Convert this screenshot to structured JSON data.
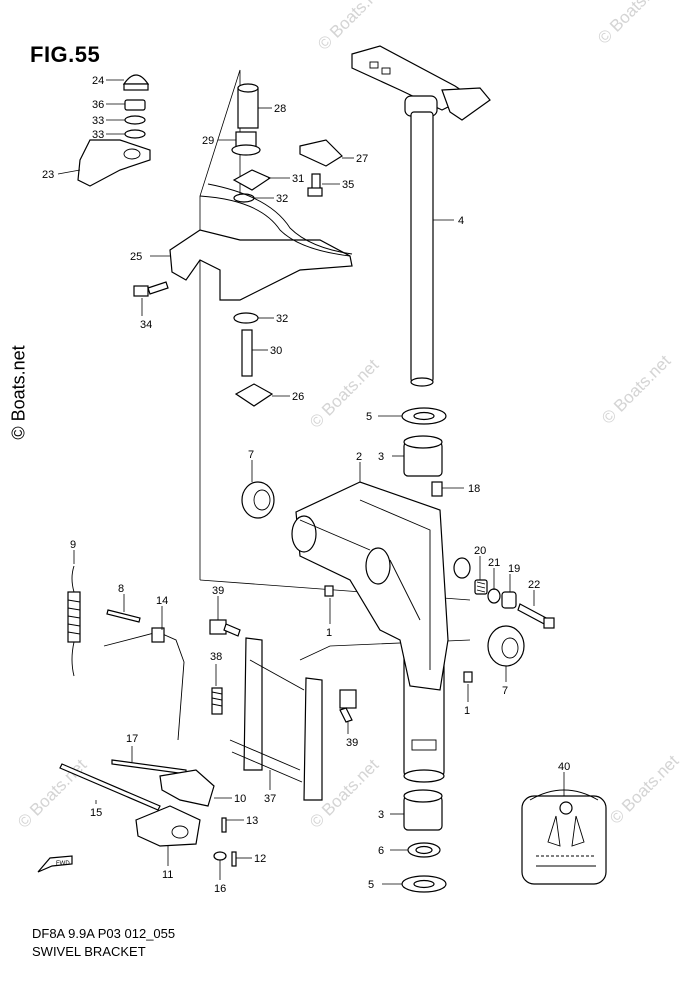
{
  "figure": {
    "title": "FIG.55",
    "code": "DF8A 9.9A P03 012_055",
    "name": "SWIVEL BRACKET"
  },
  "watermark": {
    "side": "© Boats.net",
    "tile": "© Boats.net"
  },
  "callouts": [
    "24",
    "36",
    "33",
    "33",
    "23",
    "28",
    "29",
    "27",
    "31",
    "35",
    "32",
    "25",
    "34",
    "32",
    "30",
    "26",
    "4",
    "5",
    "3",
    "18",
    "7",
    "2",
    "9",
    "8",
    "14",
    "39",
    "20",
    "21",
    "19",
    "22",
    "1",
    "1",
    "7",
    "38",
    "39",
    "17",
    "10",
    "37",
    "15",
    "13",
    "40",
    "3",
    "6",
    "5",
    "11",
    "16",
    "12"
  ],
  "colors": {
    "line": "#000000",
    "background": "#ffffff",
    "watermark": "#d4d4d4"
  },
  "icons": {
    "front_arrow": "fwd-arrow-icon",
    "label_decal": "warning-decal-icon"
  }
}
